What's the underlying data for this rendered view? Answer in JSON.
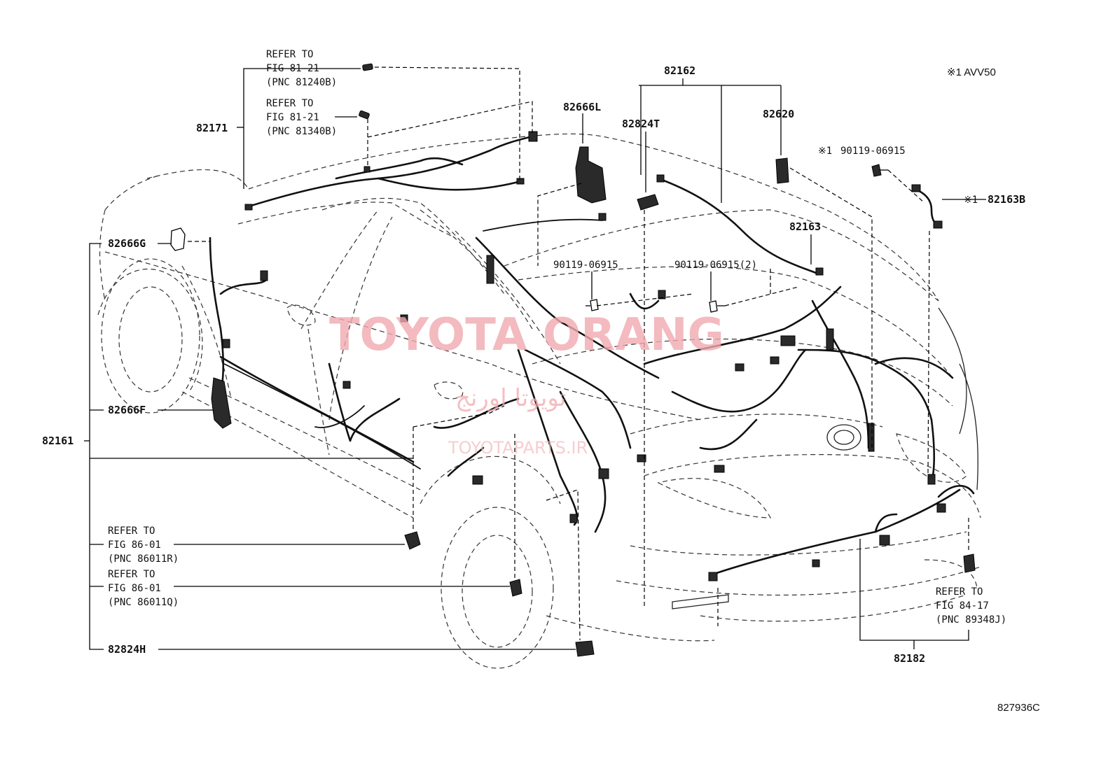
{
  "labels": {
    "p82162": "82162",
    "p82666L": "82666L",
    "p82824T": "82824T",
    "p82620": "82620",
    "p82163": "82163",
    "p82163B": "82163B",
    "p82171": "82171",
    "p82666G": "82666G",
    "p82666F": "82666F",
    "p82161": "82161",
    "p82824H": "82824H",
    "p82182": "82182",
    "bolt_a": "90119-06915",
    "bolt_b": "90119-06915(2)",
    "bolt_c": "90119-06915",
    "note_marker": "※1",
    "note_marker2": "※1",
    "note_marker3": "※1 AVV50",
    "diagram_code": "827936C"
  },
  "refs": {
    "r1": {
      "l1": "REFER TO",
      "l2": "FIG 81-21",
      "l3": "(PNC 81240B)"
    },
    "r2": {
      "l1": "REFER TO",
      "l2": "FIG 81-21",
      "l3": "(PNC 81340B)"
    },
    "r3": {
      "l1": "REFER TO",
      "l2": "FIG 86-01",
      "l3": "(PNC 86011R)"
    },
    "r4": {
      "l1": "REFER TO",
      "l2": "FIG 86-01",
      "l3": "(PNC 86011Q)"
    },
    "r5": {
      "l1": "REFER TO",
      "l2": "FIG 84-17",
      "l3": "(PNC 89348J)"
    }
  },
  "watermark": {
    "main": "TOYOTA ORANG",
    "arabic": "تويوتا اورنج",
    "site": "TOYOTAPARTS.IR"
  }
}
